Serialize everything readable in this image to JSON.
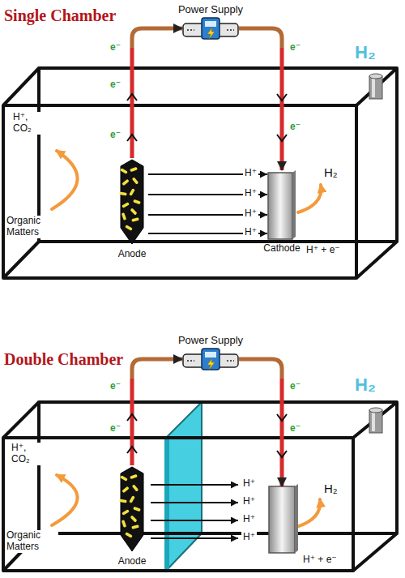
{
  "diagram": {
    "nodes": [
      {
        "text": [
          "Power Supply"
        ]
      },
      {
        "text": [
          "Anode"
        ]
      },
      {
        "text": [
          "Cathode"
        ]
      },
      {
        "text": [
          "Power Supply"
        ]
      },
      {
        "text": [
          "Anode"
        ]
      }
    ],
    "edges": [
      {
        "from": 1,
        "to": 0,
        "arrow": "to"
      },
      {
        "from": 0,
        "to": 2,
        "arrow": "to"
      },
      {
        "from": 1,
        "to": 2,
        "label": "H⁺",
        "arrow": "to"
      },
      {
        "from": 1,
        "to": 2,
        "label": "H⁺",
        "arrow": "to"
      },
      {
        "from": 1,
        "to": 2,
        "label": "H⁺",
        "arrow": "to"
      },
      {
        "from": 1,
        "to": 2,
        "label": "H⁺",
        "arrow": "to"
      },
      {
        "from": 4,
        "to": 3,
        "arrow": "to"
      }
    ],
    "labels": [
      "Single Chamber",
      "H₂",
      "e⁻",
      "e⁻",
      "e⁻",
      "e⁻",
      "e⁻",
      "H⁺, CO₂",
      "Organic Matters",
      "H₂",
      "H⁺ + e⁻",
      "Double Chamber",
      "H₂",
      "e⁻",
      "e⁻",
      "e⁻",
      "e⁻",
      "H⁺, CO₂",
      "Organic Matters",
      "H₂",
      "H⁺ + e⁻",
      "H⁺",
      "H⁺",
      "H⁺",
      "H⁺"
    ]
  }
}
